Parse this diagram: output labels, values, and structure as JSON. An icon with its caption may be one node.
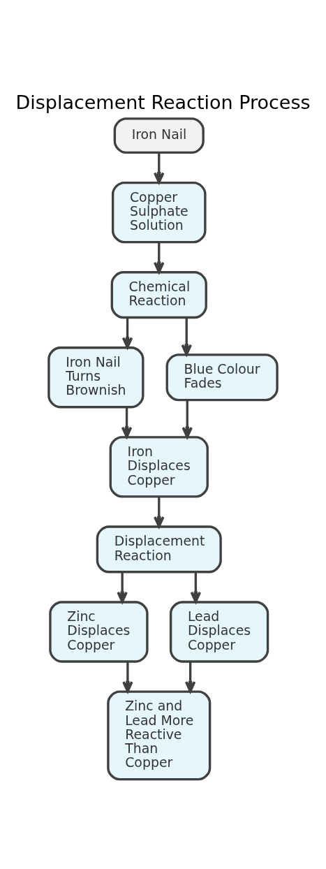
{
  "diagram": {
    "title": "Displacement Reaction Process",
    "nodes": [
      {
        "text": [
          "Iron Nail"
        ]
      },
      {
        "text": [
          "Copper Sulphate Solution"
        ]
      },
      {
        "text": [
          "Chemical Reaction"
        ]
      },
      {
        "text": [
          "Iron Nail Turns Brownish"
        ]
      },
      {
        "text": [
          "Blue Colour Fades"
        ]
      },
      {
        "text": [
          "Iron Displaces Copper"
        ]
      },
      {
        "text": [
          "Displacement Reaction"
        ]
      },
      {
        "text": [
          "Zinc Displaces Copper"
        ]
      },
      {
        "text": [
          "Lead Displaces Copper"
        ]
      },
      {
        "text": [
          "Zinc and Lead More Reactive Than Copper"
        ]
      }
    ],
    "edges": [
      {
        "from": 0,
        "to": 1,
        "arrow": "to"
      },
      {
        "from": 1,
        "to": 2,
        "arrow": "to"
      },
      {
        "from": 2,
        "to": 3,
        "arrow": "to"
      },
      {
        "from": 2,
        "to": 4,
        "arrow": "to"
      },
      {
        "from": 3,
        "to": 5,
        "arrow": "to"
      },
      {
        "from": 4,
        "to": 5,
        "arrow": "to"
      },
      {
        "from": 5,
        "to": 6,
        "arrow": "to"
      },
      {
        "from": 6,
        "to": 7,
        "arrow": "to"
      },
      {
        "from": 6,
        "to": 8,
        "arrow": "to"
      },
      {
        "from": 7,
        "to": 9,
        "arrow": "to"
      },
      {
        "from": 8,
        "to": 9,
        "arrow": "to"
      }
    ]
  }
}
